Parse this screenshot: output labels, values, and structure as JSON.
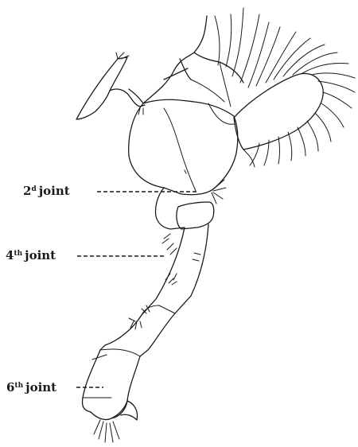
{
  "labels": [
    {
      "id": "joint-2",
      "ordinal": "2",
      "suffix": "d",
      "word": "joint"
    },
    {
      "id": "joint-4",
      "ordinal": "4",
      "suffix": "th",
      "word": "joint"
    },
    {
      "id": "joint-6",
      "ordinal": "6",
      "suffix": "th",
      "word": "joint"
    }
  ]
}
